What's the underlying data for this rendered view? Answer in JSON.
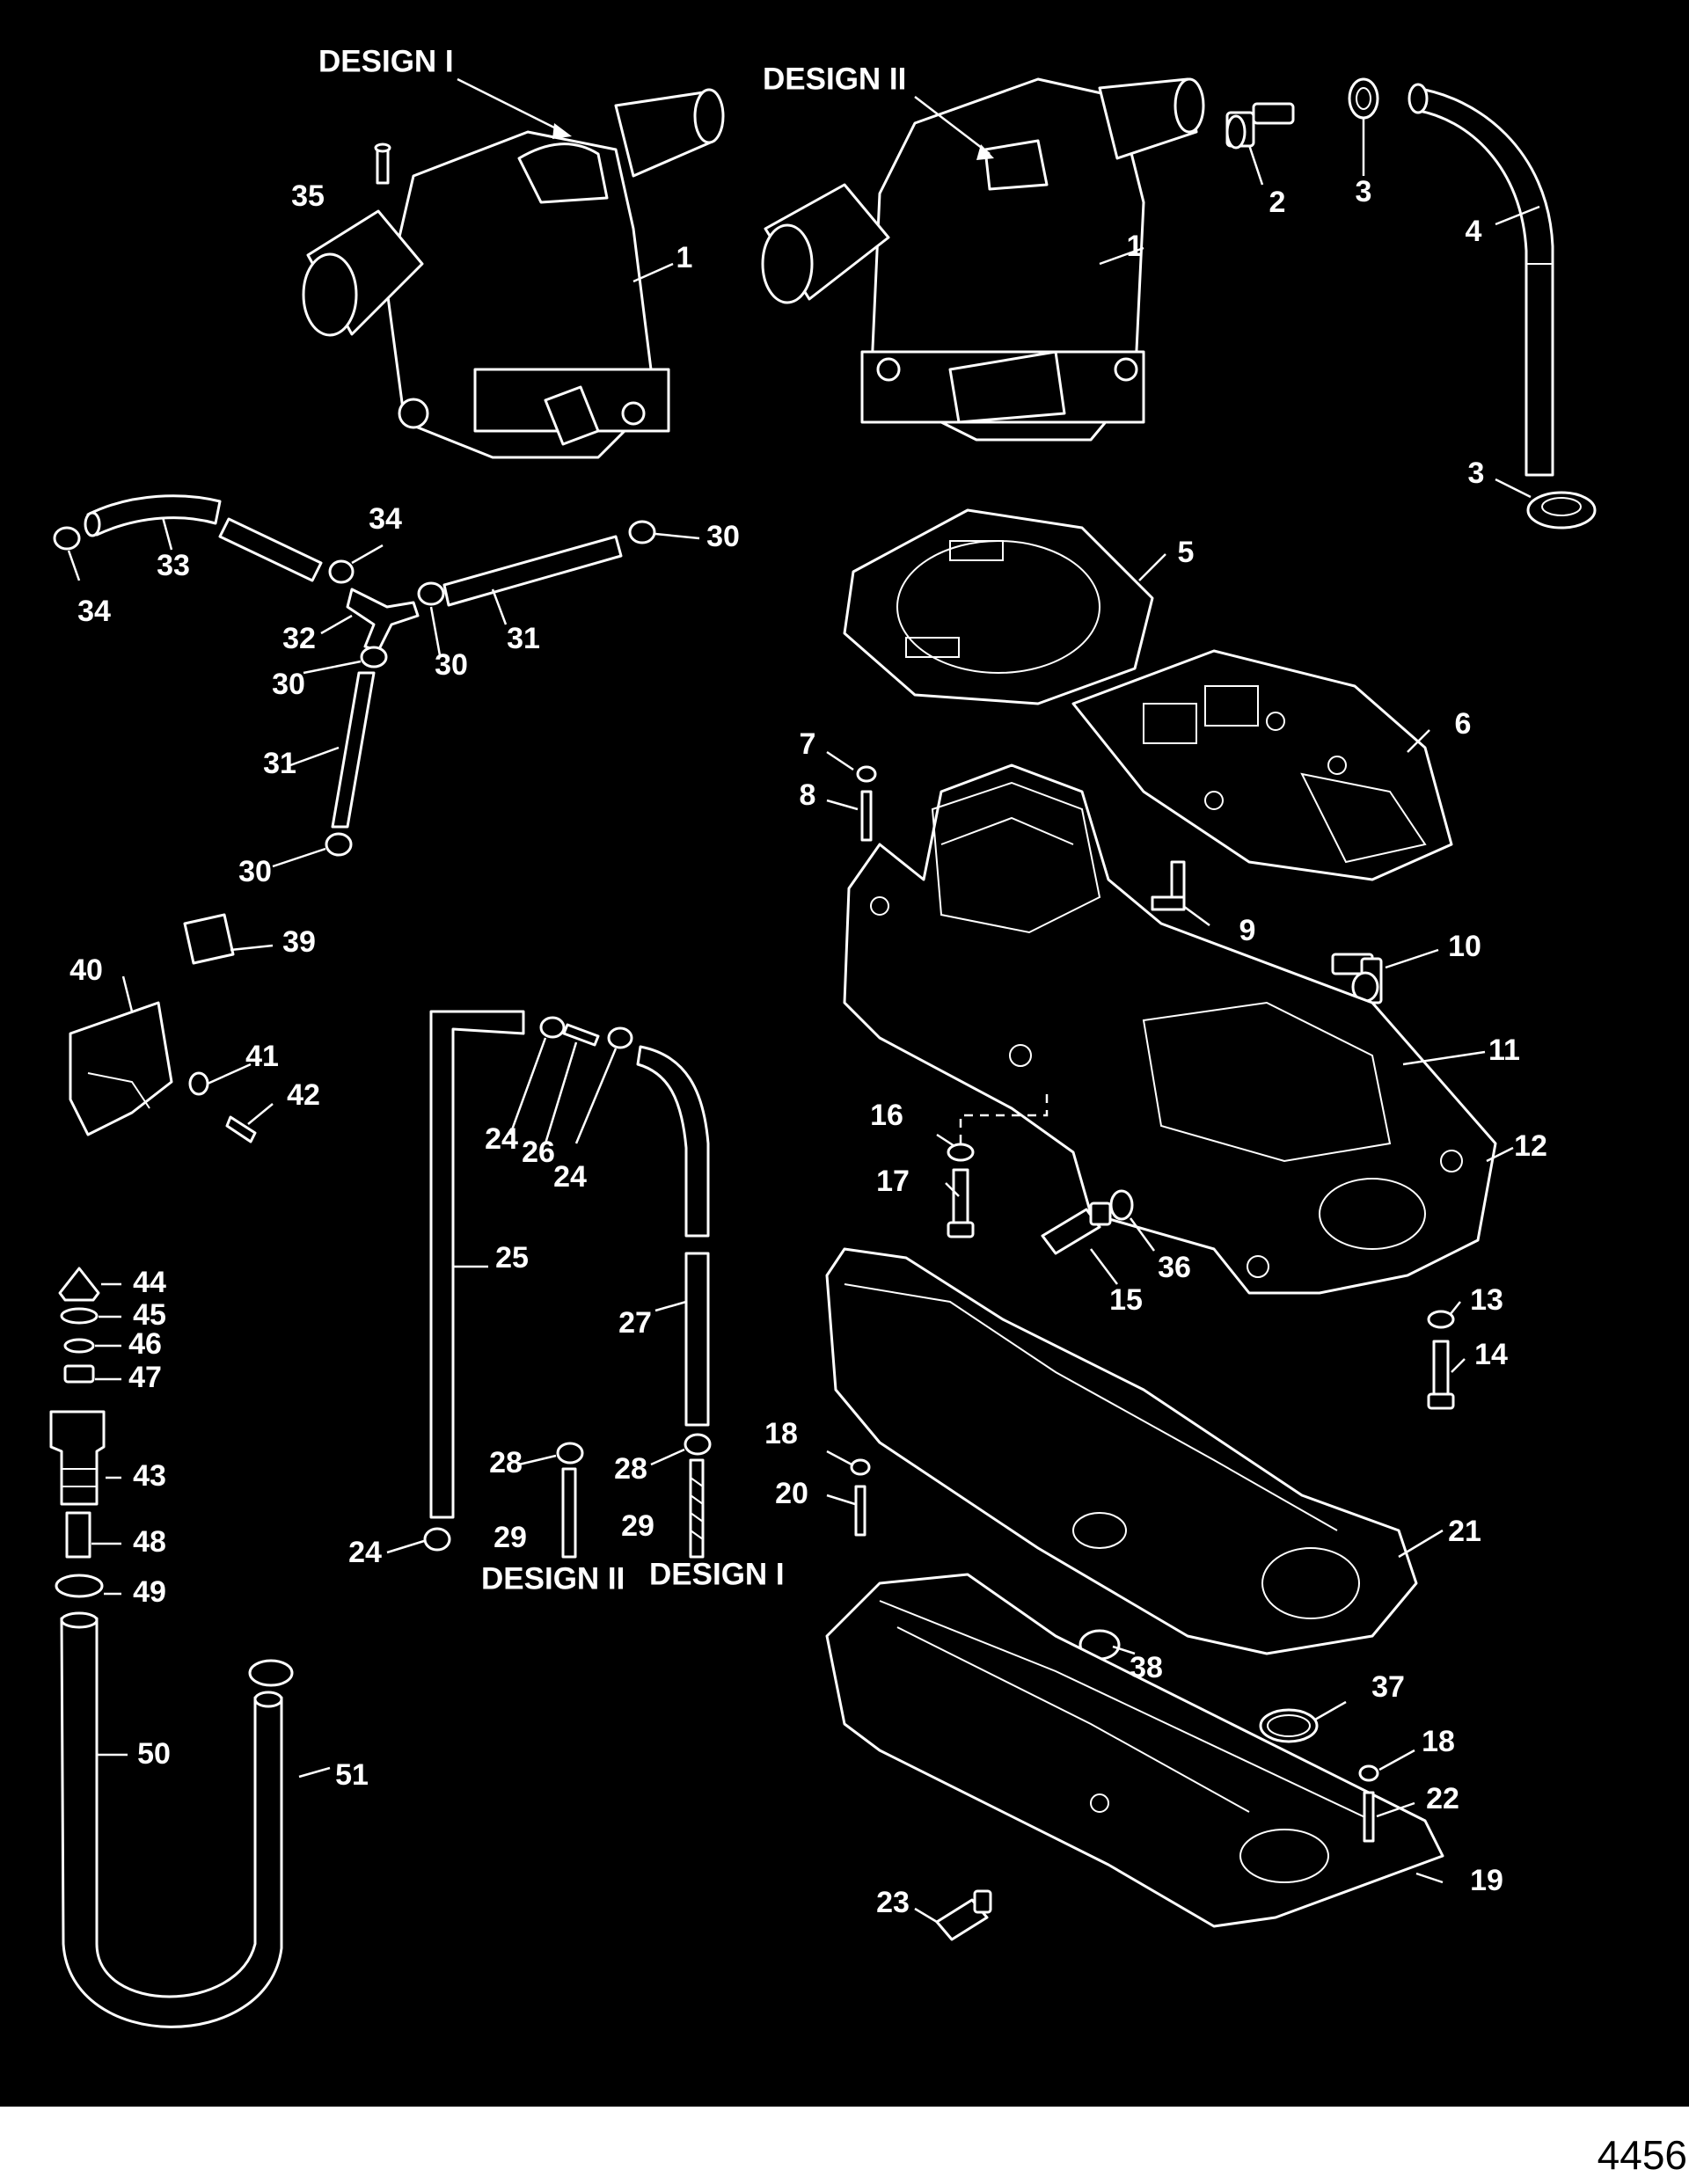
{
  "diagram": {
    "design_labels": {
      "top_left": "DESIGN I",
      "top_right": "DESIGN II",
      "bottom_left": "DESIGN II",
      "bottom_right": "DESIGN I"
    },
    "callouts": [
      "1",
      "1",
      "2",
      "3",
      "3",
      "4",
      "5",
      "6",
      "7",
      "8",
      "9",
      "10",
      "11",
      "12",
      "13",
      "14",
      "15",
      "16",
      "17",
      "18",
      "18",
      "19",
      "20",
      "21",
      "22",
      "23",
      "24",
      "24",
      "24",
      "24",
      "25",
      "26",
      "27",
      "28",
      "28",
      "29",
      "29",
      "30",
      "30",
      "30",
      "30",
      "31",
      "31",
      "32",
      "33",
      "34",
      "34",
      "35",
      "36",
      "37",
      "38",
      "39",
      "40",
      "41",
      "42",
      "43",
      "44",
      "45",
      "46",
      "47",
      "48",
      "49",
      "50",
      "51"
    ],
    "document_id": "4456"
  },
  "colors": {
    "background": "#000000",
    "linework": "#ffffff",
    "footer": "#ffffff"
  }
}
